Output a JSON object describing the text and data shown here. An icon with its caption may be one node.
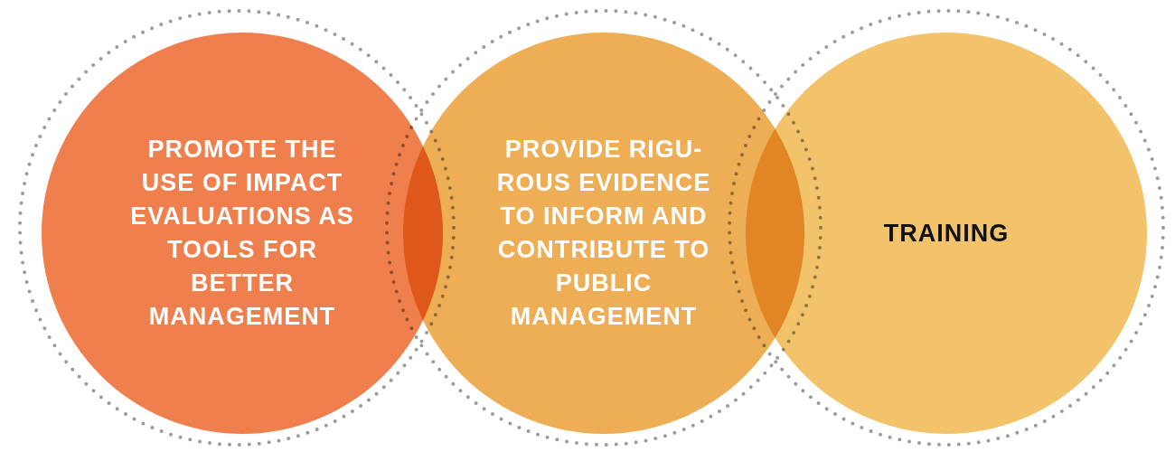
{
  "diagram": {
    "nodes": [
      {
        "text": [
          "PROMOTE THE USE OF IMPACT EVALUATIONS AS TOOLS FOR BETTER MANAGEMENT"
        ]
      },
      {
        "text": [
          "PROVIDE RIGU- ROUS EVIDENCE TO INFORM AND CONTRIBUTE TO PUBLIC MANAGEMENT"
        ]
      },
      {
        "text": [
          "TRAINING"
        ]
      }
    ],
    "edges": []
  }
}
